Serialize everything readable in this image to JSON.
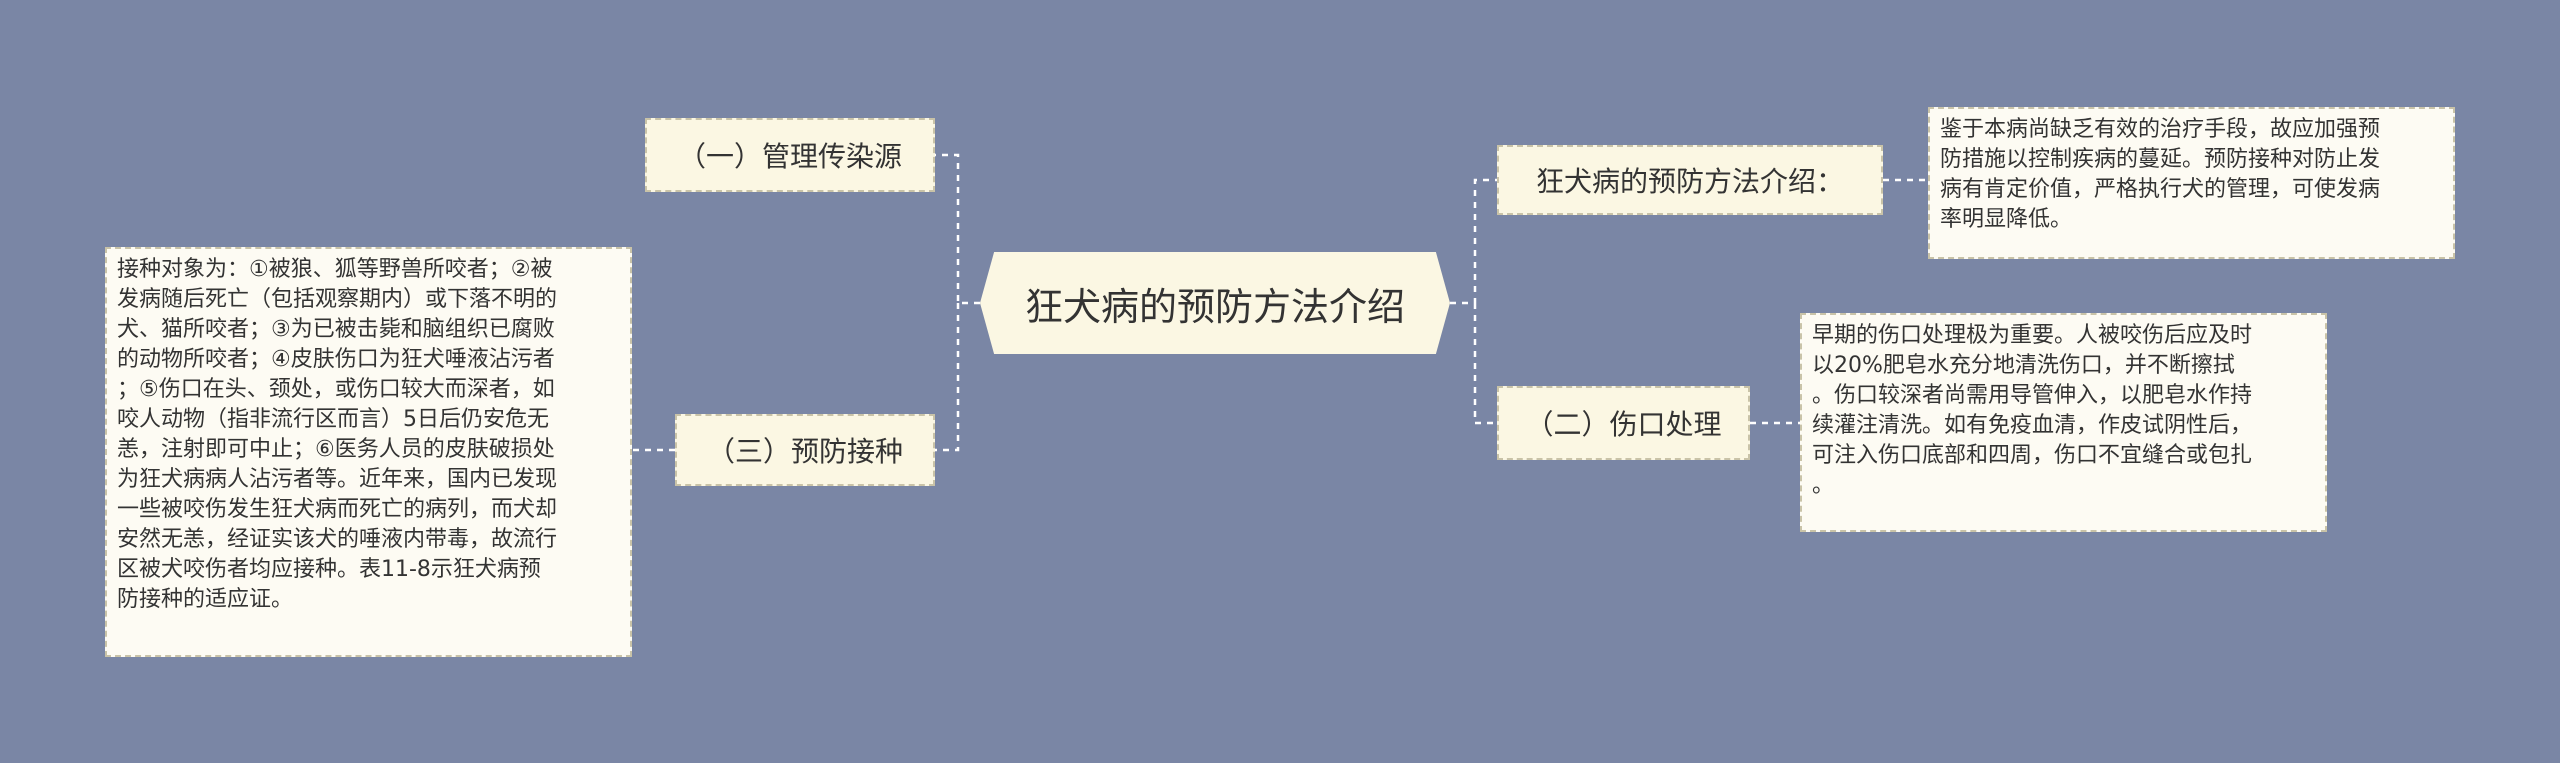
{
  "central": {
    "title": "狂犬病的预防方法介绍"
  },
  "branches": {
    "management": {
      "label": "（一）管理传染源"
    },
    "vaccination": {
      "label": "（三）预防接种"
    },
    "intro": {
      "label": "狂犬病的预防方法介绍："
    },
    "wound": {
      "label": "（二）伤口处理"
    }
  },
  "notes": {
    "vaccination": "接种对象为：①被狼、狐等野兽所咬者；②被\n发病随后死亡（包括观察期内）或下落不明的\n犬、猫所咬者；③为已被击毙和脑组织已腐败\n的动物所咬者；④皮肤伤口为狂犬唾液沾污者\n；⑤伤口在头、颈处，或伤口较大而深者，如\n咬人动物（指非流行区而言）5日后仍安危无\n恙，注射即可中止；⑥医务人员的皮肤破损处\n为狂犬病病人沾污者等。近年来，国内已发现\n一些被咬伤发生狂犬病而死亡的病列，而犬却\n安然无恙，经证实该犬的唾液内带毒，故流行\n区被犬咬伤者均应接种。表11-8示狂犬病预\n防接种的适应证。",
    "intro": "鉴于本病尚缺乏有效的治疗手段，故应加强预\n防措施以控制疾病的蔓延。预防接种对防止发\n病有肯定价值，严格执行犬的管理，可使发病\n率明显降低。",
    "wound": "早期的伤口处理极为重要。人被咬伤后应及时\n以20%肥皂水充分地清洗伤口，并不断擦拭\n。伤口较深者尚需用导管伸入，以肥皂水作持\n续灌注清洗。如有免疫血清，作皮试阴性后，\n可注入伤口底部和四周，伤口不宜缝合或包扎\n。"
  }
}
